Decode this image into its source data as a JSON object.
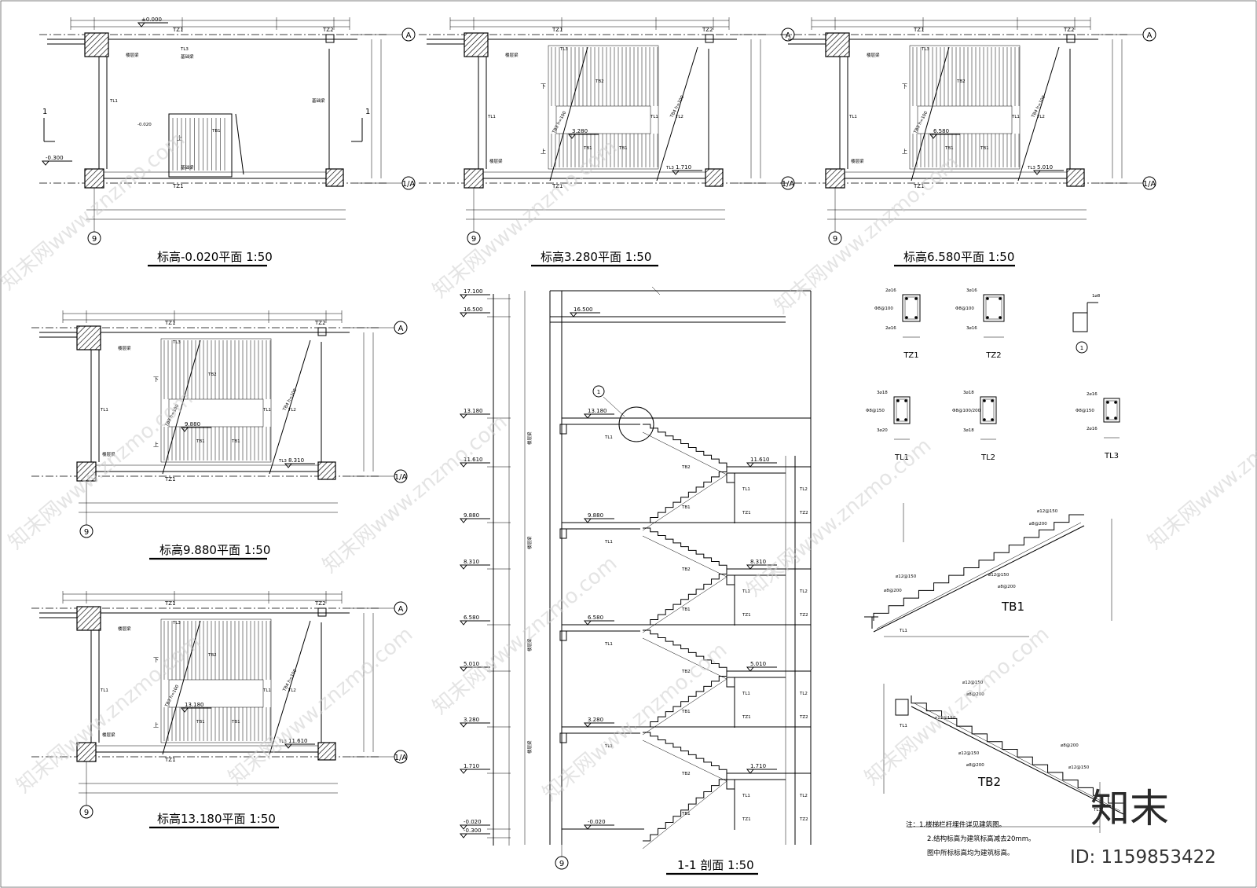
{
  "plans": [
    {
      "title": "标高-0.020平面  1:50",
      "elev": "-0.020",
      "extra": "-0.300",
      "top_elev": "±0.000"
    },
    {
      "title": "标高3.280平面  1:50",
      "elev": "3.280",
      "extra": "1.710"
    },
    {
      "title": "标高6.580平面  1:50",
      "elev": "6.580",
      "extra": "5.010"
    },
    {
      "title": "标高9.880平面  1:50",
      "elev": "9.880",
      "extra": "8.310"
    },
    {
      "title": "标高13.180平面  1:50",
      "elev": "13.180",
      "extra": "11.610"
    }
  ],
  "plan_labels": {
    "tz1": "TZ1",
    "tz2": "TZ2",
    "tl1": "TL1",
    "tl2": "TL2",
    "tl3": "TL3",
    "tb1": "TB1",
    "tb2": "TB2",
    "tb3": "TB3",
    "tb4": "TB4 h=100",
    "tb3h": "TB3 h=100",
    "up": "上",
    "down": "下",
    "axis_a": "A",
    "axis_1a": "1/A",
    "axis_9": "9",
    "sec": "1",
    "beam": "基础梁",
    "slab": "楼层梁"
  },
  "section": {
    "title": "1-1  剖面  1:50",
    "levels": [
      "17.100",
      "16.500",
      "13.180",
      "11.610",
      "9.880",
      "8.310",
      "6.580",
      "5.010",
      "3.280",
      "1.710",
      "-0.020",
      "-0.300"
    ],
    "callout": "1"
  },
  "details": [
    {
      "name": "TZ1",
      "top": "2⌀16",
      "mid": "Φ8@100",
      "bot": "2⌀16"
    },
    {
      "name": "TZ2",
      "top": "3⌀16",
      "mid": "Φ8@100",
      "bot": "3⌀16"
    },
    {
      "name": "TL1",
      "top": "3⌀18",
      "mid": "Φ8@150",
      "bot": "3⌀20"
    },
    {
      "name": "TL2",
      "top": "3⌀18",
      "mid": "Φ8@100/200",
      "bot": "3⌀18"
    },
    {
      "name": "TL3",
      "top": "2⌀16",
      "mid": "Φ8@150",
      "bot": "2⌀16"
    }
  ],
  "detail1": {
    "label": "1⌀8",
    "mark": "1"
  },
  "tb1": {
    "name": "TB1",
    "r1": "⌀12@150",
    "r2": "⌀8@200",
    "r3": "⌀12@150",
    "r4": "⌀8@200",
    "r5": "⌀12@150",
    "tl": "TL1"
  },
  "tb2": {
    "name": "TB2",
    "r1": "⌀12@150",
    "r2": "⌀8@200",
    "r3": "⌀12@150",
    "r4": "⌀8@200",
    "r5": "⌀12@150",
    "r6": "⌀8@200",
    "tl": "TL1"
  },
  "notes": [
    "注：1.楼梯栏杆埋件详见建筑图。",
    "2.结构标高为建筑标高减去20mm。",
    "图中所标标高均为建筑标高。"
  ],
  "watermark": {
    "text": "知末网www.znzmo.com",
    "brand": "知末",
    "id": "ID: 1159853422"
  }
}
